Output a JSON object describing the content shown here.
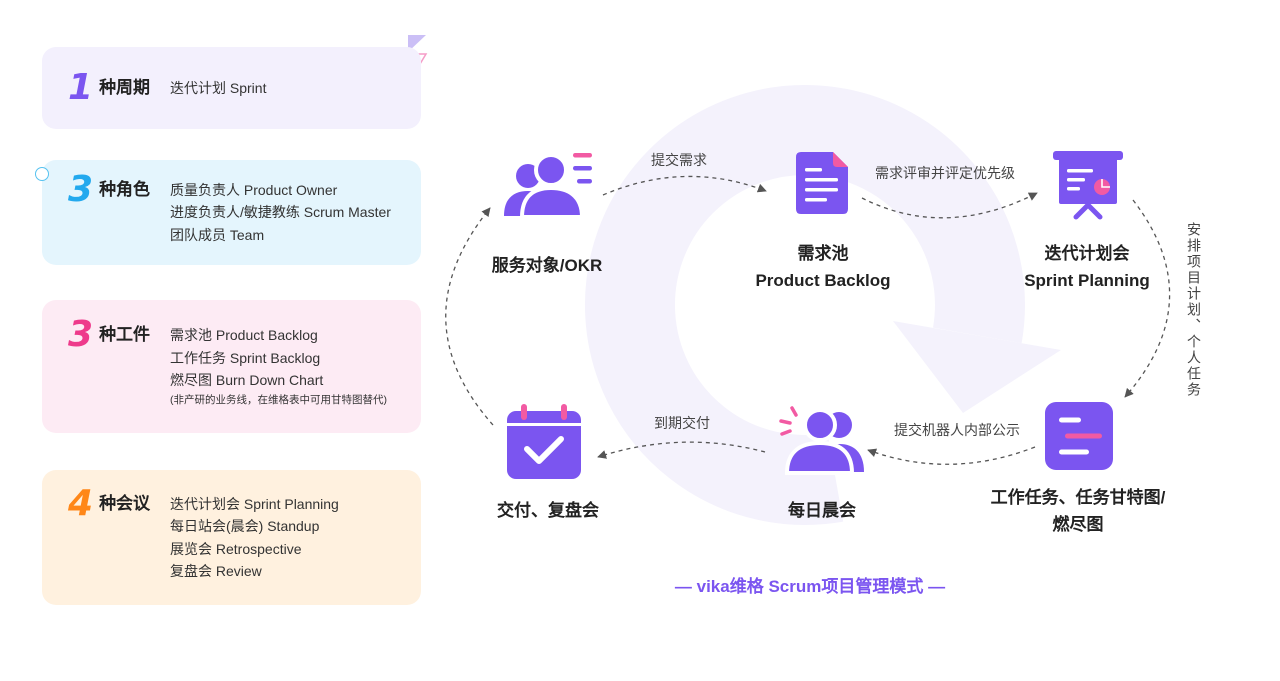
{
  "colors": {
    "primary": "#7b55f0",
    "accent-pink": "#f25aa3",
    "cycle-bg": "#f3f0fd",
    "cycle-num": "#7b55f0",
    "roles-bg": "#e4f5fd",
    "roles-num": "#23a9ee",
    "artifacts-bg": "#fdebf4",
    "artifacts-num": "#ee3a8b",
    "meetings-bg": "#fff1df",
    "meetings-num": "#ff8718",
    "watermark": "#f4f2fc",
    "arrow": "#555555"
  },
  "cards": [
    {
      "number": "1",
      "title": "种周期",
      "lines": [
        "迭代计划 Sprint"
      ]
    },
    {
      "number": "3",
      "title": "种角色",
      "lines": [
        "质量负责人 Product Owner",
        "进度负责人/敏捷教练 Scrum Master",
        "团队成员 Team"
      ]
    },
    {
      "number": "3",
      "title": "种工件",
      "lines": [
        "需求池 Product Backlog",
        "工作任务 Sprint Backlog",
        "燃尽图 Burn Down Chart"
      ],
      "note": "(非产研的业务线，在维格表中可用甘特图替代)"
    },
    {
      "number": "4",
      "title": "种会议",
      "lines": [
        "迭代计划会 Sprint Planning",
        "每日站会(晨会) Standup",
        "展览会 Retrospective",
        "复盘会 Review"
      ]
    }
  ],
  "flow": {
    "nodes": [
      {
        "icon": "users-icon",
        "label": [
          "服务对象/OKR"
        ]
      },
      {
        "icon": "document-icon",
        "label": [
          "需求池",
          "Product Backlog"
        ]
      },
      {
        "icon": "presentation-board-icon",
        "label": [
          "迭代计划会",
          "Sprint Planning"
        ]
      },
      {
        "icon": "task-list-icon",
        "label": [
          "工作任务、任务甘特图/",
          "燃尽图"
        ]
      },
      {
        "icon": "team-meeting-icon",
        "label": [
          "每日晨会"
        ]
      },
      {
        "icon": "calendar-check-icon",
        "label": [
          "交付、复盘会"
        ]
      }
    ],
    "edges": [
      {
        "from": 0,
        "to": 1,
        "label": "提交需求"
      },
      {
        "from": 1,
        "to": 2,
        "label": "需求评审并评定优先级"
      },
      {
        "from": 2,
        "to": 3,
        "label": "安排项目计划、个人任务"
      },
      {
        "from": 3,
        "to": 4,
        "label": "提交机器人内部公示"
      },
      {
        "from": 4,
        "to": 5,
        "label": "到期交付"
      },
      {
        "from": 5,
        "to": 0
      }
    ]
  },
  "caption": "— vika维格 Scrum项目管理模式 —"
}
